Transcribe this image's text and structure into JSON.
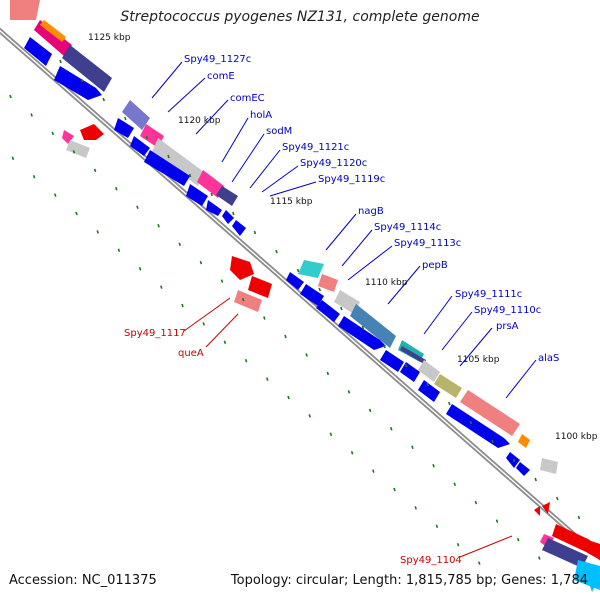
{
  "title": "Streptococcus pyogenes NZ131, complete genome",
  "footer": {
    "accession": "Accession: NC_011375",
    "summary": "Topology: circular; Length: 1,815,785 bp; Genes: 1,784"
  },
  "ticks": [
    "1125 kbp",
    "1120 kbp",
    "1115 kbp",
    "1110 kbp",
    "1105 kbp",
    "1100 kbp"
  ],
  "forward_genes": [
    "Spy49_1127c",
    "comE",
    "comEC",
    "holA",
    "sodM",
    "Spy49_1121c",
    "Spy49_1120c",
    "Spy49_1119c",
    "nagB",
    "Spy49_1114c",
    "Spy49_1113c",
    "pepB",
    "Spy49_1111c",
    "Spy49_1110c",
    "prsA",
    "alaS"
  ],
  "reverse_genes": [
    "Spy49_1117",
    "queA",
    "Spy49_1104"
  ],
  "colors": {
    "forward_label": "#0000cc",
    "reverse_label": "#cc0000",
    "forward_cds": "#0000ee",
    "reverse_cds": "#ee0000",
    "backbone": "#8c8c8c"
  }
}
